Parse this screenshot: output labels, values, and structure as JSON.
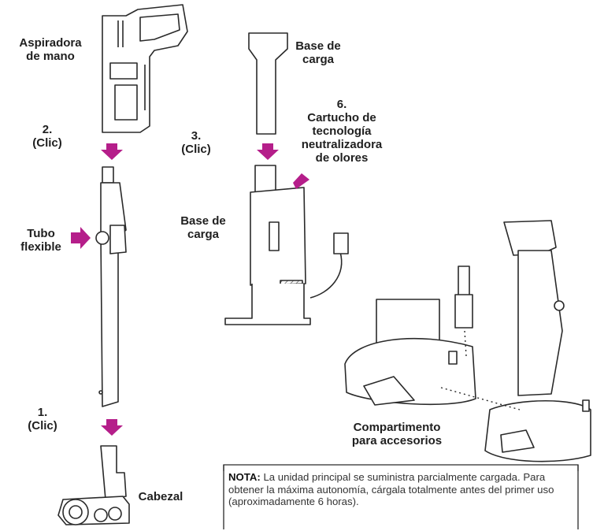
{
  "labels": {
    "handheld": "Aspiradora\nde mano",
    "step2": "2.\n(Clic)",
    "flex_hose": "Tubo\nflexible",
    "step1": "1.\n(Clic)",
    "head": "Cabezal",
    "base_top": "Base de\ncarga",
    "step3": "3.\n(Clic)",
    "step6": "6.\nCartucho de\ntecnología\nneutralizadora\nde olores",
    "base_mid": "Base de\ncarga",
    "compartment": "Compartimento\npara accesorios"
  },
  "note": {
    "bold": "NOTA:",
    "text": " La unidad principal se suministra parcialmente cargada. Para obtener la máxima autonomía, cárgala totalmente antes del primer uso (aproximadamente 6 horas)."
  },
  "colors": {
    "arrow": "#b51e8a",
    "line": "#2a2a2a",
    "fill": "#ffffff",
    "shade": "#e9e9e9"
  }
}
